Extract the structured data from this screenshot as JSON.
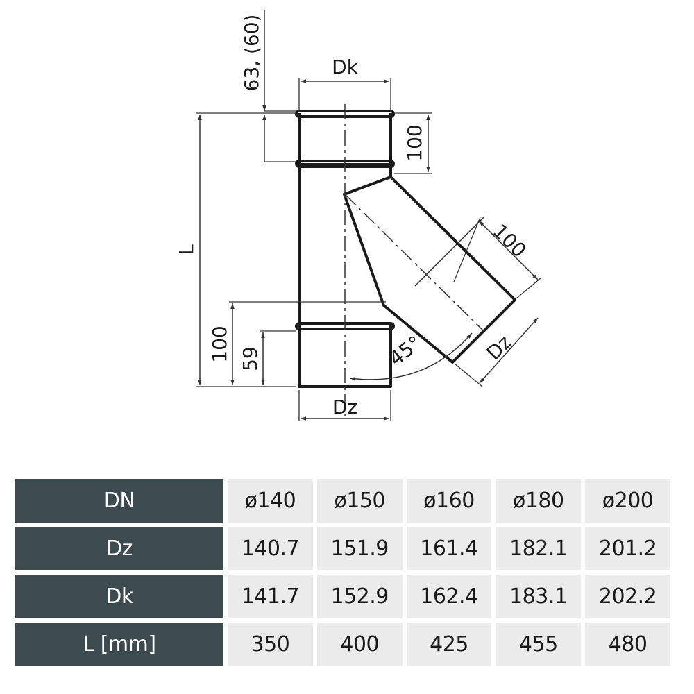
{
  "diagram": {
    "labels": {
      "dk_top": "Dk",
      "offset_top": "63, (60)",
      "socket_right": "100",
      "length": "L",
      "branch_length": "100",
      "left_100": "100",
      "left_59": "59",
      "angle": "45°",
      "dz_branch": "Dz",
      "dz_bottom": "Dz"
    },
    "colors": {
      "line": "#1a1a1a",
      "dim": "#333333"
    }
  },
  "table": {
    "header_bg": "#3d4a50",
    "cell_bg": "#ebebeb",
    "rows": [
      {
        "label": "DN",
        "values": [
          "ø140",
          "ø150",
          "ø160",
          "ø180",
          "ø200"
        ]
      },
      {
        "label": "Dz",
        "values": [
          "140.7",
          "151.9",
          "161.4",
          "182.1",
          "201.2"
        ]
      },
      {
        "label": "Dk",
        "values": [
          "141.7",
          "152.9",
          "162.4",
          "183.1",
          "202.2"
        ]
      },
      {
        "label": "L [mm]",
        "values": [
          "350",
          "400",
          "425",
          "455",
          "480"
        ]
      }
    ]
  }
}
